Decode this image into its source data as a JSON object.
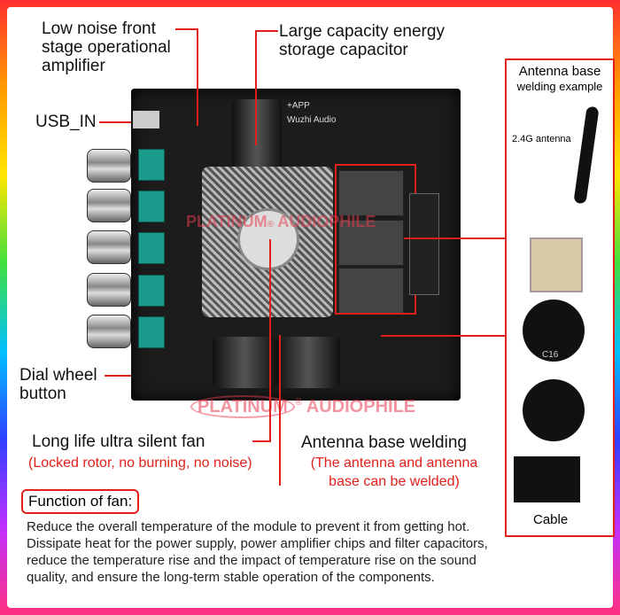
{
  "labels": {
    "opamp": "Low noise front stage operational amplifier",
    "capacitor": "Large capacity energy storage capacitor",
    "usb": "USB_IN",
    "dial": "Dial wheel button",
    "fan": "Long life ultra silent fan",
    "fan_note": "(Locked rotor, no burning, no noise)",
    "antenna": "Antenna base welding",
    "antenna_note": "(The antenna and antenna base can be welded)"
  },
  "side_panel": {
    "title": "Antenna base",
    "subtitle": "welding example",
    "antenna_label": "2.4G antenna",
    "cable_label": "Cable",
    "chip_label": "C16"
  },
  "board": {
    "brand": "Wuzhi Audio",
    "app": "+APP"
  },
  "watermark": {
    "left": "PLATINUM",
    "right": "AUDIOPHILE",
    "reg": "®"
  },
  "function": {
    "title": "Function of fan:",
    "body": "Reduce the overall temperature of the module to prevent it from getting hot. Dissipate heat for the power supply, power amplifier chips and filter capacitors, reduce the temperature rise and the impact of temperature rise on the sound quality, and ensure the long-term stable operation of the components."
  },
  "colors": {
    "accent": "#e0201a"
  }
}
